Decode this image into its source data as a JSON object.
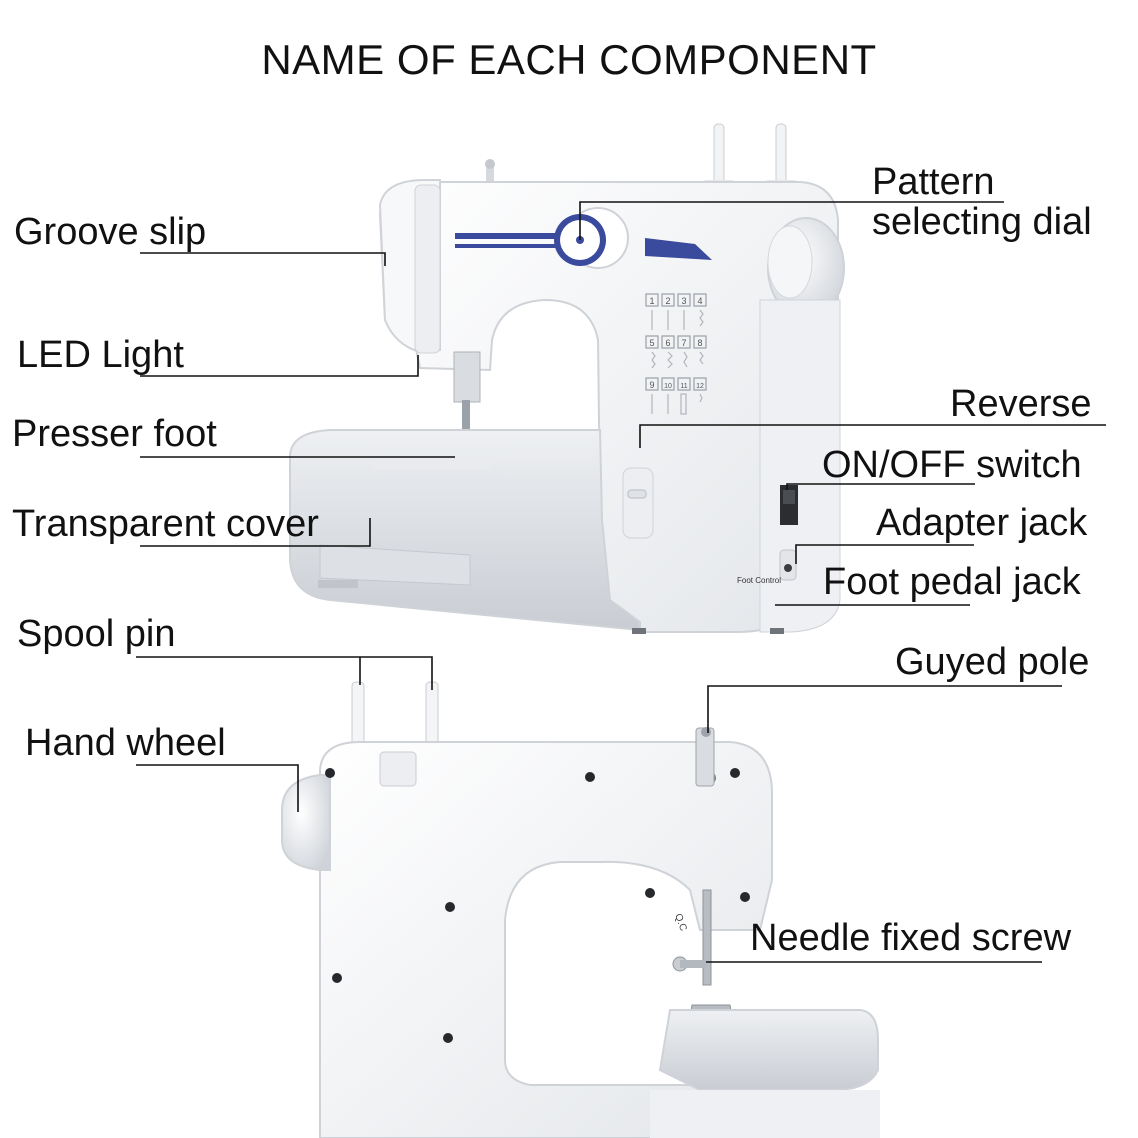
{
  "title": "NAME OF EACH COMPONENT",
  "labels": {
    "groove_slip": "Groove slip",
    "led_light": "LED Light",
    "presser_foot": "Presser foot",
    "transparent_cover": "Transparent cover",
    "pattern_dial": "Pattern\nselecting dial",
    "reverse": "Reverse",
    "on_off_switch": "ON/OFF switch",
    "adapter_jack": "Adapter jack",
    "foot_pedal_jack": "Foot pedal jack",
    "spool_pin": "Spool pin",
    "hand_wheel": "Hand wheel",
    "guyed_pole": "Guyed pole",
    "needle_fixed_screw": "Needle fixed screw"
  },
  "machine_markings": {
    "foot_control": "Foot Control",
    "qc": "Q.C",
    "stitch_numbers": [
      "1",
      "2",
      "3",
      "4",
      "5",
      "6",
      "7",
      "8",
      "9",
      "10",
      "11",
      "12"
    ]
  },
  "colors": {
    "accent_blue": "#3a4a9c",
    "machine_white": "#f4f5f7",
    "shadow_grey": "#cfd3d8",
    "leader_line": "#111111"
  }
}
